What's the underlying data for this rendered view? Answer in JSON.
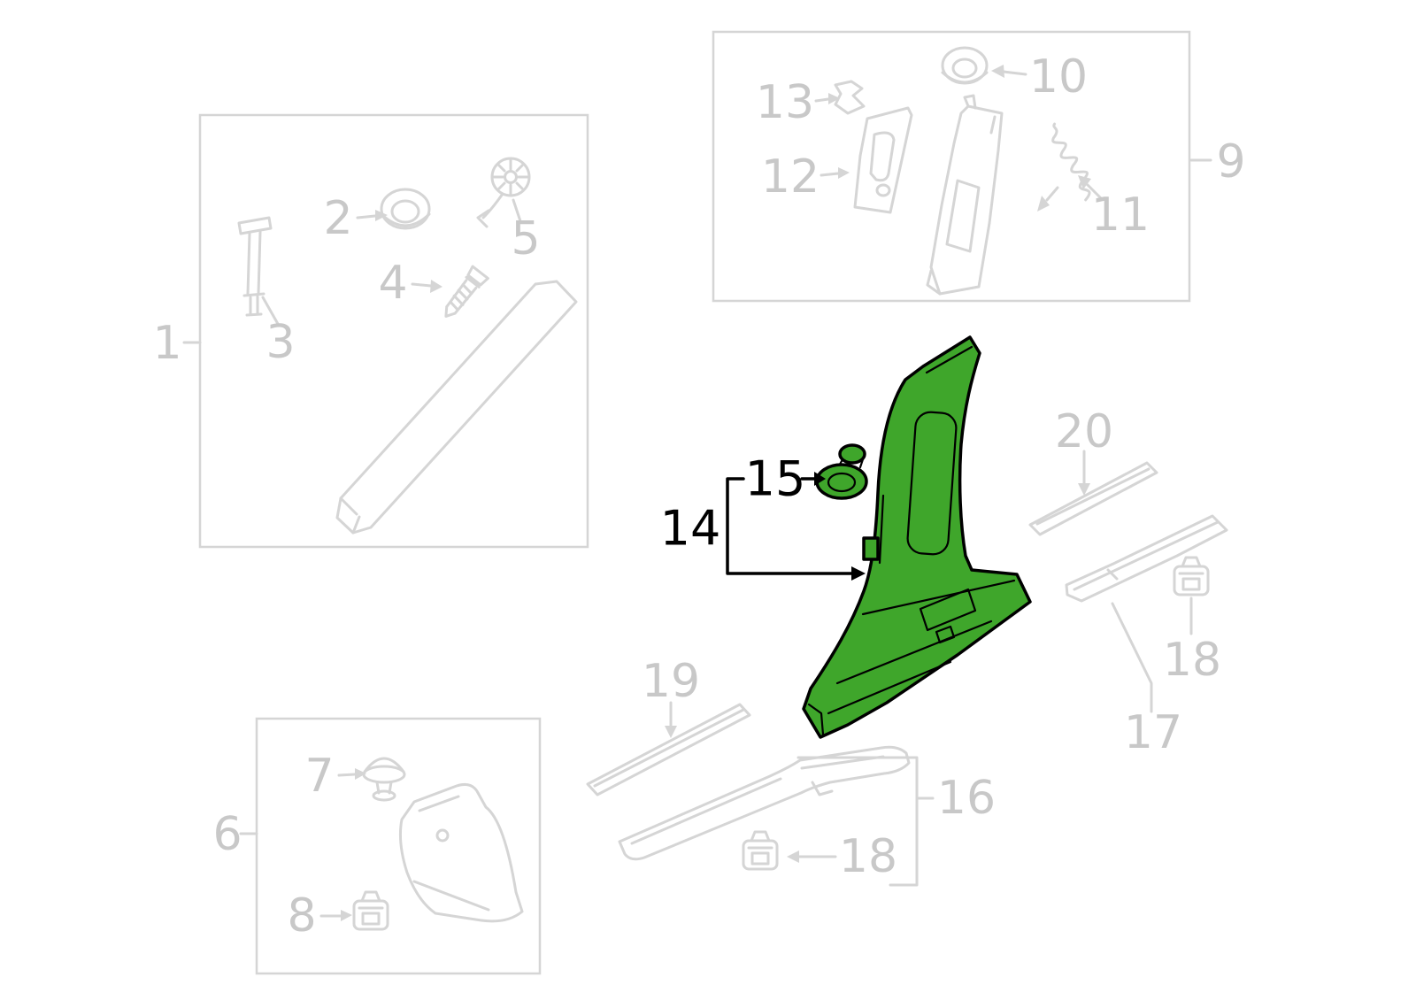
{
  "diagram": {
    "highlighted_callouts": [
      "14",
      "15"
    ],
    "callouts": {
      "n1": "1",
      "n2": "2",
      "n3": "3",
      "n4": "4",
      "n5": "5",
      "n6": "6",
      "n7": "7",
      "n8": "8",
      "n9": "9",
      "n10": "10",
      "n11": "11",
      "n12": "12",
      "n13": "13",
      "n14": "14",
      "n15": "15",
      "n16": "16",
      "n17": "17",
      "n18": "18",
      "n19": "19",
      "n20": "20"
    },
    "colors": {
      "background": "#ffffff",
      "muted_line": "#d5d5d5",
      "muted_text": "#c8c8c8",
      "highlight_fill": "#3fa62b",
      "outline": "#000000"
    }
  }
}
